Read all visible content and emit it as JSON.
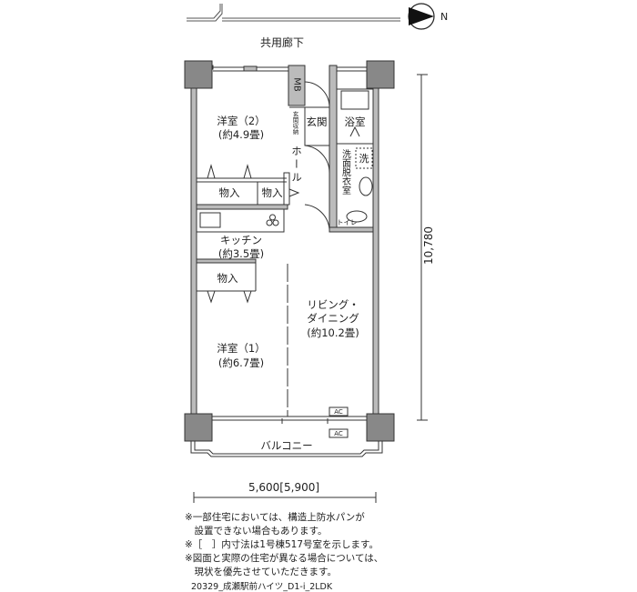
{
  "plan": {
    "corridor_label": "共用廊下",
    "north_label": "N",
    "rooms": {
      "western_room_2": {
        "name": "洋室（2）",
        "size": "(約4.9畳)"
      },
      "mb": "MB",
      "entrance_storage": "玄関収納",
      "entrance": "玄関",
      "bathroom": "浴室",
      "hall": "ホール",
      "washroom": "洗面脱衣室",
      "washer": "洗",
      "closet_1": "物入",
      "closet_2": "物入",
      "toilet": "トイレ",
      "kitchen": {
        "name": "キッチン",
        "size": "(約3.5畳)"
      },
      "closet_3": "物入",
      "living_dining": {
        "name_line1": "リビング・",
        "name_line2": "ダイニング",
        "size": "(約10.2畳)"
      },
      "western_room_1": {
        "name": "洋室（1）",
        "size": "(約6.7畳)"
      },
      "ac_1": "AC",
      "ac_2": "AC",
      "balcony": "バルコニー"
    },
    "dim_depth": "10,780",
    "dim_width": "5,600[5,900]"
  },
  "notes": [
    "※一部住宅においては、構造上防水パンが",
    "　設置できない場合もあります。",
    "※［　］内寸法は1号棟517号室を示します。",
    "※図面と実際の住宅が異なる場合については、",
    "　現状を優先させていただきます。"
  ],
  "plan_code": "20329_成瀬駅前ハイツ_D1-i_2LDK"
}
